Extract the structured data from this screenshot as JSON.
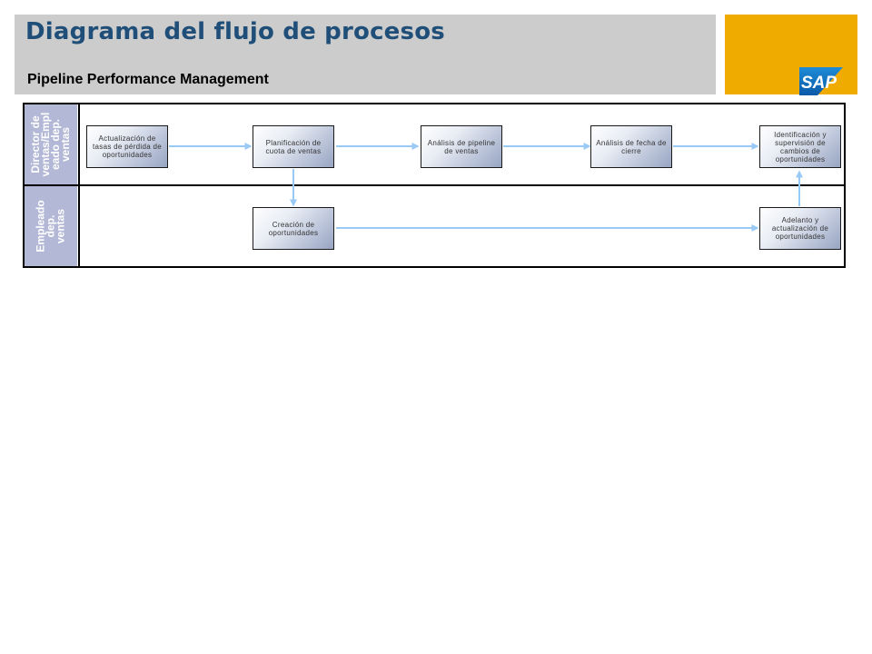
{
  "header": {
    "title": "Diagrama del flujo de procesos",
    "subtitle": "Pipeline Performance Management",
    "logo_text": "SAP"
  },
  "lanes": [
    {
      "label": "Director de\nventas/Empl\neado dep.\nventas"
    },
    {
      "label": "Empleado\ndep. ventas"
    }
  ],
  "steps": [
    {
      "label": "Actualización de tasas de pérdida de oportunidades"
    },
    {
      "label": "Planificación de cuota de ventas"
    },
    {
      "label": "Análisis de pipeline de ventas"
    },
    {
      "label": "Análisis de fecha de cierre"
    },
    {
      "label": "Identificación y supervisión de cambios de oportunidades"
    },
    {
      "label": "Creación de oportunidades"
    },
    {
      "label": "Adelanto y actualización de oportunidades"
    }
  ],
  "colors": {
    "header_bg": "#cccccc",
    "title": "#1f4e79",
    "logo_panel": "#f0ab00",
    "lane_label": "#b3b8d6",
    "arrow": "#99c9f5"
  }
}
